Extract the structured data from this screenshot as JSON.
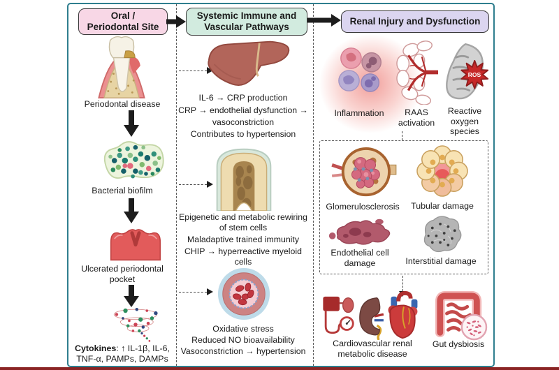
{
  "headers": {
    "oral": {
      "line1": "Oral /",
      "line2": "Periodontal Site",
      "bg": "#f8d7e6"
    },
    "systemic": {
      "line1": "Systemic Immune and",
      "line2": "Vascular Pathways",
      "bg": "#d2ebdf"
    },
    "renal": {
      "label": "Renal Injury and Dysfunction",
      "bg": "#dbd5f0"
    }
  },
  "left_column": {
    "periodontal_label": "Periodontal disease",
    "biofilm_label": "Bacterial biofilm",
    "ulcer_label": "Ulcerated periodontal pocket",
    "cytokines_label": "Cytokines",
    "cytokines_text": ": ↑ IL-1β, IL-6, TNF-α, PAMPs, DAMPs"
  },
  "middle_column": {
    "liver_lines": [
      "IL-6 → CRP production",
      "CRP → endothelial dysfunction →",
      "vasoconstriction",
      "Contributes to hypertension"
    ],
    "marrow_lines": [
      "Epigenetic and metabolic rewiring",
      "of stem cells",
      "Maladaptive trained immunity",
      "CHIP → hyperreactive myeloid",
      "cells"
    ],
    "vessel_lines": [
      "Oxidative stress",
      "Reduced NO bioavailability",
      "Vasoconstriction → hypertension"
    ]
  },
  "right_column": {
    "inflammation_label": "Inflammation",
    "raas_label": "RAAS activation",
    "ros_star_label": "ROS",
    "ros_label": "Reactive oxygen species",
    "glomerulosclerosis_label": "Glomerulosclerosis",
    "tubular_label": "Tubular damage",
    "endothelial_label": "Endothelial cell damage",
    "interstitial_label": "Interstitial damage",
    "cardio_label": "Cardiovascular renal metabolic disease",
    "gut_label": "Gut dysbiosis"
  },
  "colors": {
    "frame_border": "#2e7e8e",
    "bottom_strip": "#8a2424"
  }
}
